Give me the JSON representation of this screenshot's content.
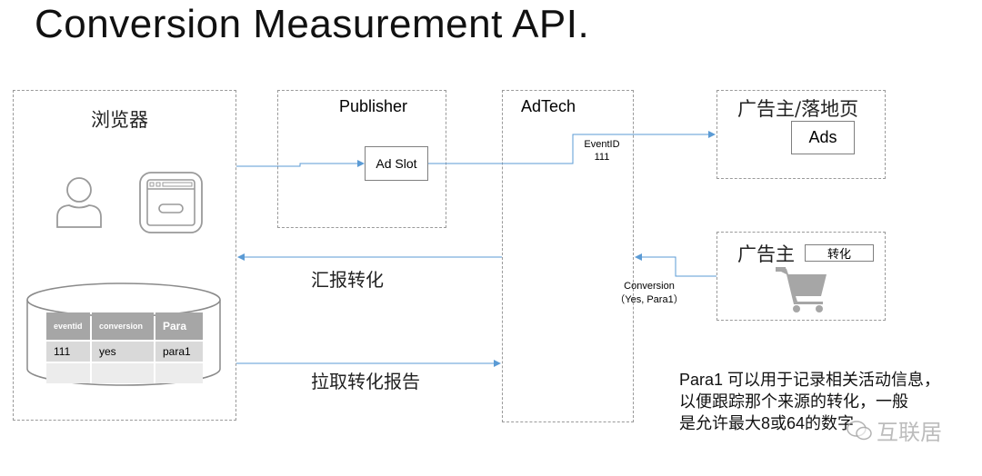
{
  "title": "Conversion Measurement API.",
  "browser": {
    "label": "浏览器",
    "icons": [
      "user-icon",
      "browser-window-icon",
      "database-icon"
    ],
    "table": {
      "headers": [
        "eventid",
        "conversion",
        "Para"
      ],
      "rows": [
        [
          "111",
          "yes",
          "para1"
        ],
        [
          "",
          "",
          ""
        ]
      ]
    }
  },
  "publisher": {
    "label": "Publisher",
    "slot_label": "Ad Slot"
  },
  "adtech": {
    "label": "AdTech"
  },
  "landing": {
    "label": "广告主/落地页",
    "ads_label": "Ads"
  },
  "advertiser": {
    "label": "广告主",
    "conversion_tag": "转化",
    "icon": "shopping-cart-icon"
  },
  "arrows": {
    "event_id_line1": "EventID",
    "event_id_line2": "111",
    "conversion_line1": "Conversion",
    "conversion_line2": "（Yes, Para1）",
    "report_conversion": "汇报转化",
    "pull_report": "拉取转化报告"
  },
  "note": {
    "line1": "Para1 可以用于记录相关活动信息，",
    "line2": "以便跟踪那个来源的转化，一般",
    "line3": "是允许最大8或64的数字"
  },
  "watermark": "互联居",
  "colors": {
    "arrow": "#5b9bd5",
    "box_border": "#9a9a9a",
    "icon_gray": "#a6a6a6"
  }
}
